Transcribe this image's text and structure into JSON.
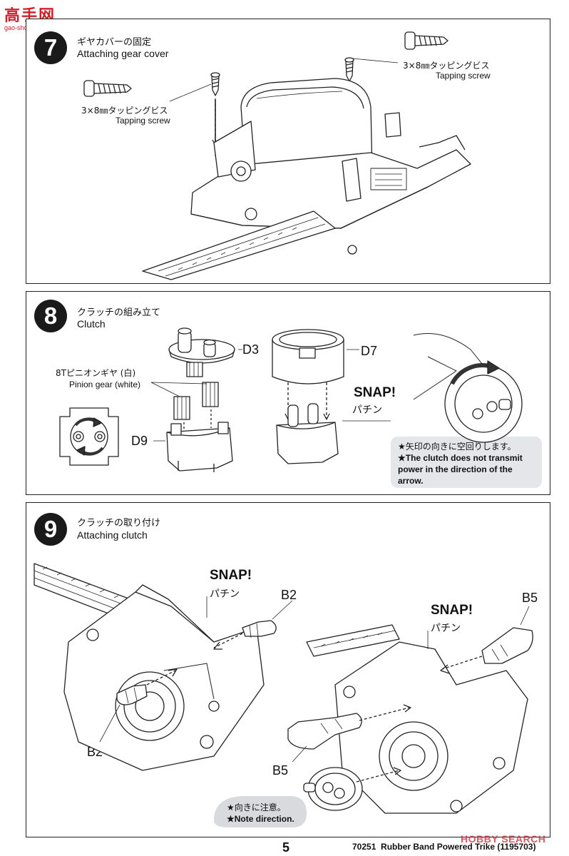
{
  "header": {
    "logo_chars": "高手网",
    "logo_url": "gao-shou.com",
    "brand": "HOBBY SEARCH"
  },
  "steps": [
    {
      "number": "7",
      "title_ja": "ギヤカバーの固定",
      "title_en": "Attaching gear cover",
      "screw_left_ja": "3×8㎜タッピングビス",
      "screw_left_en": "Tapping screw",
      "screw_right_ja": "3×8㎜タッピングビス",
      "screw_right_en": "Tapping screw"
    },
    {
      "number": "8",
      "title_ja": "クラッチの組み立て",
      "title_en": "Clutch",
      "pinion_ja": "8Tピニオンギヤ (白)",
      "pinion_en": "Pinion gear (white)",
      "part_d3": "D3",
      "part_d7": "D7",
      "part_d9": "D9",
      "snap_en": "SNAP!",
      "snap_ja": "パチン",
      "note_ja": "★矢印の向きに空回りします。",
      "note_en": "★The clutch does not transmit power in the direction of the arrow."
    },
    {
      "number": "9",
      "title_ja": "クラッチの取り付け",
      "title_en": "Attaching clutch",
      "snap1_en": "SNAP!",
      "snap1_ja": "パチン",
      "snap2_en": "SNAP!",
      "snap2_ja": "パチン",
      "part_b2_top": "B2",
      "part_b2_bottom": "B2",
      "part_b5_top": "B5",
      "part_b5_bottom": "B5",
      "note_ja": "★向きに注意。",
      "note_en": "★Note direction."
    }
  ],
  "footer": {
    "page_number": "5",
    "product": "70251  Rubber Band Powered Trike (1195703)"
  },
  "colors": {
    "line": "#222222",
    "note_bg": "#e4e6ea",
    "logo_red": "#d0202a",
    "brand_red": "#c4262e"
  }
}
